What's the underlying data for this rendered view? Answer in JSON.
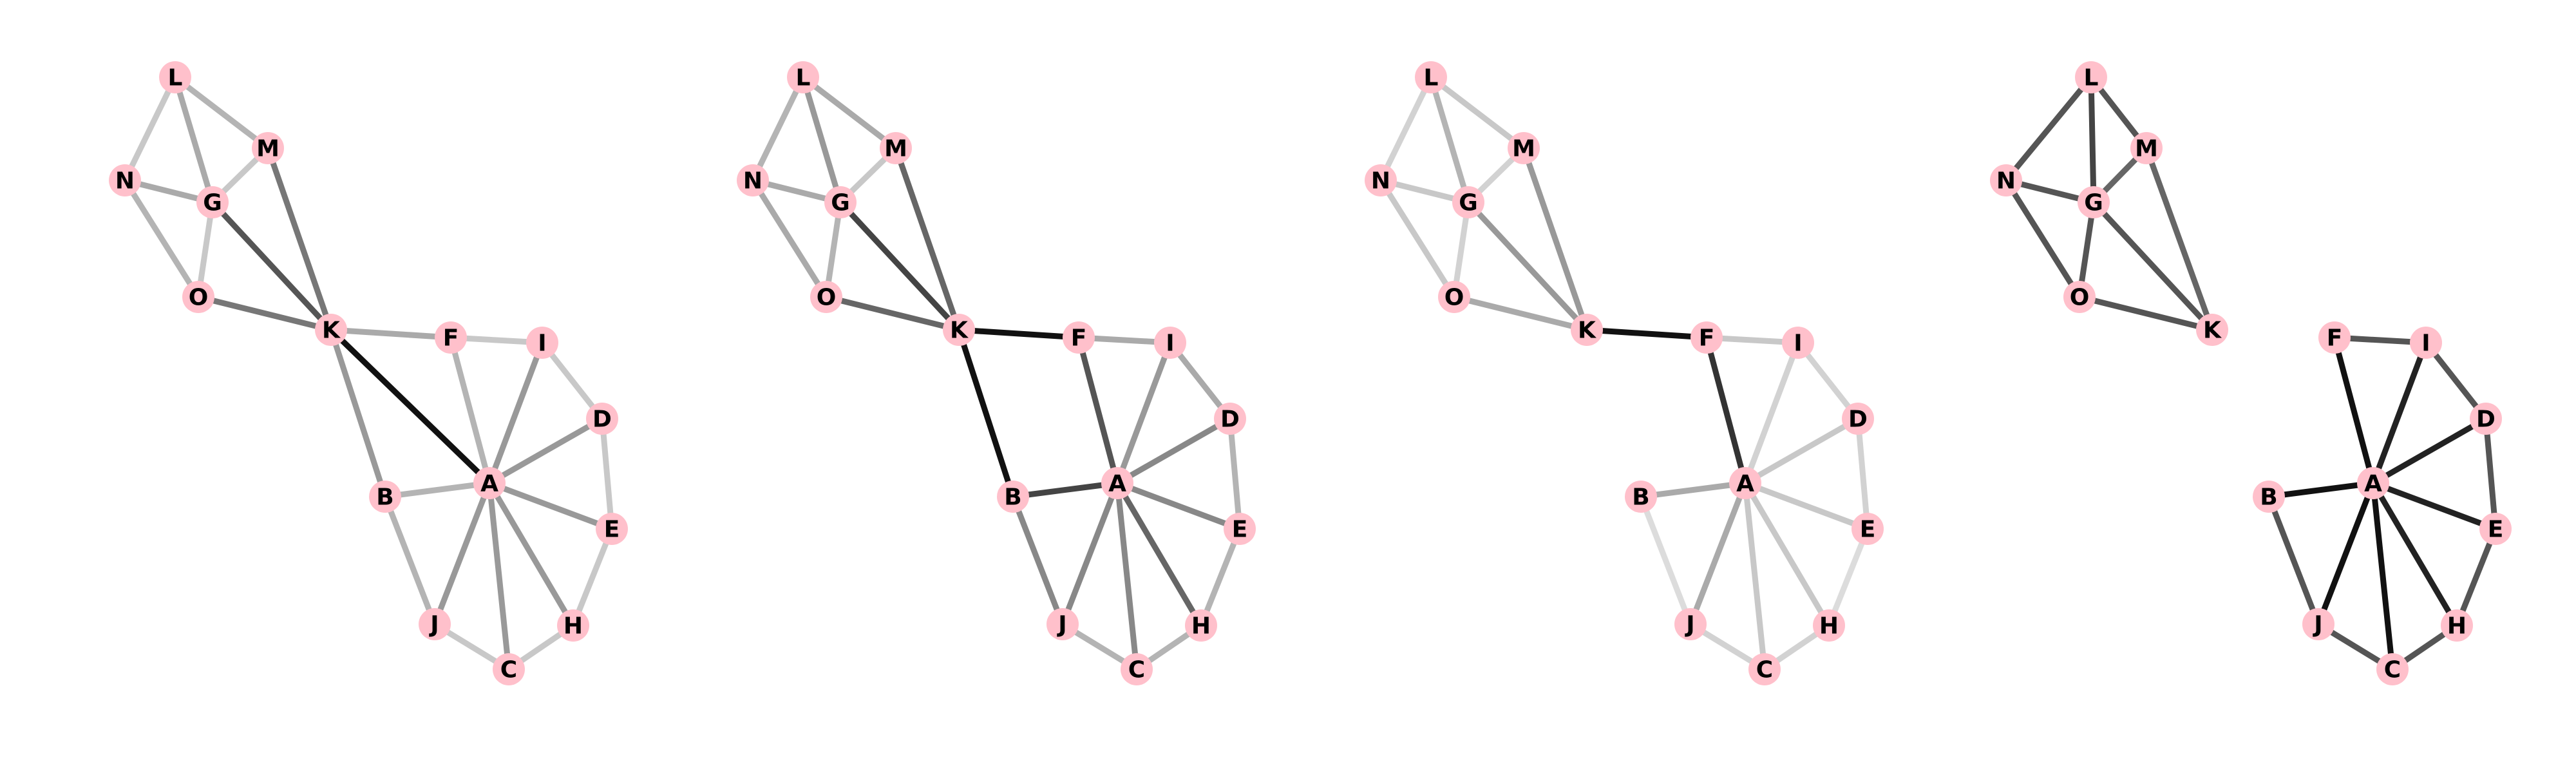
{
  "node_color": "#ffc0cb",
  "panels": [
    {
      "edges": [
        {
          "from": "L",
          "to": "N",
          "color": "#c8c8c8"
        },
        {
          "from": "L",
          "to": "M",
          "color": "#b4b4b4"
        },
        {
          "from": "L",
          "to": "G",
          "color": "#aaaaaa"
        },
        {
          "from": "N",
          "to": "G",
          "color": "#aaaaaa"
        },
        {
          "from": "N",
          "to": "O",
          "color": "#b4b4b4"
        },
        {
          "from": "M",
          "to": "G",
          "color": "#c8c8c8"
        },
        {
          "from": "G",
          "to": "O",
          "color": "#c8c8c8"
        },
        {
          "from": "M",
          "to": "K",
          "color": "#777777"
        },
        {
          "from": "G",
          "to": "K",
          "color": "#555555"
        },
        {
          "from": "O",
          "to": "K",
          "color": "#777777"
        },
        {
          "from": "K",
          "to": "F",
          "color": "#aaaaaa"
        },
        {
          "from": "K",
          "to": "A",
          "color": "#111111"
        },
        {
          "from": "K",
          "to": "B",
          "color": "#999999"
        },
        {
          "from": "F",
          "to": "A",
          "color": "#b4b4b4"
        },
        {
          "from": "F",
          "to": "I",
          "color": "#c8c8c8"
        },
        {
          "from": "I",
          "to": "A",
          "color": "#999999"
        },
        {
          "from": "I",
          "to": "D",
          "color": "#c8c8c8"
        },
        {
          "from": "D",
          "to": "A",
          "color": "#999999"
        },
        {
          "from": "D",
          "to": "E",
          "color": "#c8c8c8"
        },
        {
          "from": "E",
          "to": "A",
          "color": "#999999"
        },
        {
          "from": "E",
          "to": "H",
          "color": "#c8c8c8"
        },
        {
          "from": "H",
          "to": "A",
          "color": "#999999"
        },
        {
          "from": "H",
          "to": "C",
          "color": "#c8c8c8"
        },
        {
          "from": "C",
          "to": "A",
          "color": "#999999"
        },
        {
          "from": "C",
          "to": "J",
          "color": "#c8c8c8"
        },
        {
          "from": "J",
          "to": "A",
          "color": "#999999"
        },
        {
          "from": "J",
          "to": "B",
          "color": "#b4b4b4"
        },
        {
          "from": "B",
          "to": "A",
          "color": "#b4b4b4"
        }
      ]
    },
    {
      "edges": [
        {
          "from": "L",
          "to": "N",
          "color": "#b4b4b4"
        },
        {
          "from": "L",
          "to": "M",
          "color": "#aaaaaa"
        },
        {
          "from": "L",
          "to": "G",
          "color": "#999999"
        },
        {
          "from": "N",
          "to": "G",
          "color": "#aaaaaa"
        },
        {
          "from": "N",
          "to": "O",
          "color": "#aaaaaa"
        },
        {
          "from": "M",
          "to": "G",
          "color": "#c8c8c8"
        },
        {
          "from": "G",
          "to": "O",
          "color": "#b4b4b4"
        },
        {
          "from": "M",
          "to": "K",
          "color": "#666666"
        },
        {
          "from": "G",
          "to": "K",
          "color": "#444444"
        },
        {
          "from": "O",
          "to": "K",
          "color": "#666666"
        },
        {
          "from": "K",
          "to": "F",
          "color": "#111111"
        },
        {
          "from": "K",
          "to": "B",
          "color": "#111111"
        },
        {
          "from": "F",
          "to": "A",
          "color": "#555555"
        },
        {
          "from": "F",
          "to": "I",
          "color": "#aaaaaa"
        },
        {
          "from": "I",
          "to": "A",
          "color": "#999999"
        },
        {
          "from": "I",
          "to": "D",
          "color": "#aaaaaa"
        },
        {
          "from": "D",
          "to": "A",
          "color": "#888888"
        },
        {
          "from": "D",
          "to": "E",
          "color": "#b4b4b4"
        },
        {
          "from": "E",
          "to": "A",
          "color": "#888888"
        },
        {
          "from": "E",
          "to": "H",
          "color": "#b4b4b4"
        },
        {
          "from": "H",
          "to": "A",
          "color": "#666666"
        },
        {
          "from": "H",
          "to": "C",
          "color": "#b4b4b4"
        },
        {
          "from": "C",
          "to": "A",
          "color": "#888888"
        },
        {
          "from": "C",
          "to": "J",
          "color": "#b4b4b4"
        },
        {
          "from": "J",
          "to": "A",
          "color": "#888888"
        },
        {
          "from": "J",
          "to": "B",
          "color": "#888888"
        },
        {
          "from": "B",
          "to": "A",
          "color": "#444444"
        }
      ]
    },
    {
      "edges": [
        {
          "from": "L",
          "to": "N",
          "color": "#d2d2d2"
        },
        {
          "from": "L",
          "to": "M",
          "color": "#c8c8c8"
        },
        {
          "from": "L",
          "to": "G",
          "color": "#b4b4b4"
        },
        {
          "from": "N",
          "to": "G",
          "color": "#c8c8c8"
        },
        {
          "from": "N",
          "to": "O",
          "color": "#c8c8c8"
        },
        {
          "from": "M",
          "to": "G",
          "color": "#d2d2d2"
        },
        {
          "from": "G",
          "to": "O",
          "color": "#d2d2d2"
        },
        {
          "from": "M",
          "to": "K",
          "color": "#999999"
        },
        {
          "from": "G",
          "to": "K",
          "color": "#999999"
        },
        {
          "from": "O",
          "to": "K",
          "color": "#aaaaaa"
        },
        {
          "from": "K",
          "to": "F",
          "color": "#111111"
        },
        {
          "from": "F",
          "to": "A",
          "color": "#333333"
        },
        {
          "from": "F",
          "to": "I",
          "color": "#c8c8c8"
        },
        {
          "from": "I",
          "to": "A",
          "color": "#d2d2d2"
        },
        {
          "from": "I",
          "to": "D",
          "color": "#d2d2d2"
        },
        {
          "from": "D",
          "to": "A",
          "color": "#c8c8c8"
        },
        {
          "from": "D",
          "to": "E",
          "color": "#d2d2d2"
        },
        {
          "from": "E",
          "to": "A",
          "color": "#c8c8c8"
        },
        {
          "from": "E",
          "to": "H",
          "color": "#dcdcdc"
        },
        {
          "from": "H",
          "to": "A",
          "color": "#c8c8c8"
        },
        {
          "from": "H",
          "to": "C",
          "color": "#d2d2d2"
        },
        {
          "from": "C",
          "to": "A",
          "color": "#c8c8c8"
        },
        {
          "from": "C",
          "to": "J",
          "color": "#d2d2d2"
        },
        {
          "from": "J",
          "to": "A",
          "color": "#aaaaaa"
        },
        {
          "from": "J",
          "to": "B",
          "color": "#dcdcdc"
        },
        {
          "from": "B",
          "to": "A",
          "color": "#aaaaaa"
        }
      ]
    },
    {
      "edges": [
        {
          "from": "L",
          "to": "N",
          "color": "#555555"
        },
        {
          "from": "L",
          "to": "M",
          "color": "#555555"
        },
        {
          "from": "L",
          "to": "G",
          "color": "#444444"
        },
        {
          "from": "N",
          "to": "G",
          "color": "#555555"
        },
        {
          "from": "N",
          "to": "O",
          "color": "#555555"
        },
        {
          "from": "M",
          "to": "G",
          "color": "#666666"
        },
        {
          "from": "G",
          "to": "O",
          "color": "#555555"
        },
        {
          "from": "M",
          "to": "K",
          "color": "#666666"
        },
        {
          "from": "G",
          "to": "K",
          "color": "#555555"
        },
        {
          "from": "O",
          "to": "K",
          "color": "#555555"
        },
        {
          "from": "F",
          "to": "A",
          "color": "#111111"
        },
        {
          "from": "F",
          "to": "I",
          "color": "#555555"
        },
        {
          "from": "I",
          "to": "A",
          "color": "#222222"
        },
        {
          "from": "I",
          "to": "D",
          "color": "#555555"
        },
        {
          "from": "D",
          "to": "A",
          "color": "#222222"
        },
        {
          "from": "D",
          "to": "E",
          "color": "#555555"
        },
        {
          "from": "E",
          "to": "A",
          "color": "#222222"
        },
        {
          "from": "E",
          "to": "H",
          "color": "#555555"
        },
        {
          "from": "H",
          "to": "A",
          "color": "#222222"
        },
        {
          "from": "H",
          "to": "C",
          "color": "#555555"
        },
        {
          "from": "C",
          "to": "A",
          "color": "#111111"
        },
        {
          "from": "C",
          "to": "J",
          "color": "#555555"
        },
        {
          "from": "J",
          "to": "A",
          "color": "#111111"
        },
        {
          "from": "J",
          "to": "B",
          "color": "#555555"
        },
        {
          "from": "B",
          "to": "A",
          "color": "#111111"
        }
      ]
    }
  ],
  "node_labels": [
    "L",
    "M",
    "N",
    "G",
    "O",
    "K",
    "F",
    "I",
    "D",
    "A",
    "B",
    "E",
    "J",
    "H",
    "C"
  ]
}
